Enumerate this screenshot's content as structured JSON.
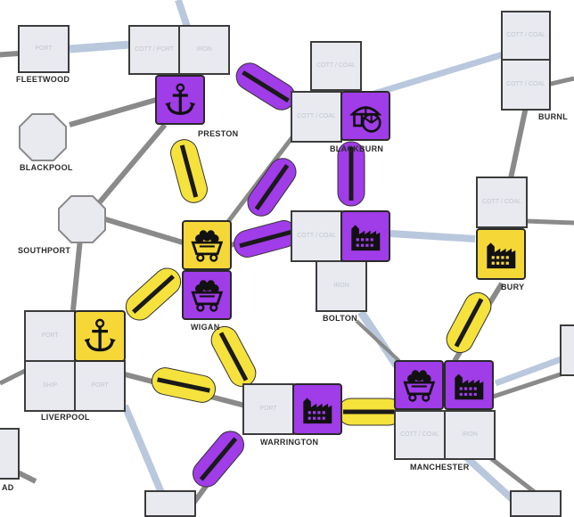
{
  "colors": {
    "board_bg": "#ffffff",
    "road": "#8a8a8a",
    "canal": "#b9c8dc",
    "canal_link_purple": "#a03ce8",
    "rail_link_yellow": "#f5e23c",
    "link_stripe": "#1a1a1a",
    "slot_fill": "#e8eaf0",
    "slot_text": "#c3c6cf",
    "tile_purple": "#a03ce8",
    "tile_yellow": "#f5d838"
  },
  "towns": {
    "fleetwood": "FLEETWOOD",
    "blackpool": "BLACKPOOL",
    "preston": "PRESTON",
    "blackburn": "BLACKBURN",
    "burnley": "BURNL",
    "southport": "SOUTHPORT",
    "wigan": "WIGAN",
    "bolton": "BOLTON",
    "bury": "BURY",
    "liverpool": "LIVERPOOL",
    "warrington": "WARRINGTON",
    "manchester": "MANCHESTER",
    "birkenhead": "AD"
  },
  "slots": {
    "fleetwood_port": "PORT",
    "preston_cott_port": "COTT / PORT",
    "preston_iron": "IRON",
    "blackburn_cott_coal_top": "COTT / COAL",
    "blackburn_cott_coal": "COTT / COAL",
    "burnley_cott_coal_1": "COTT / COAL",
    "burnley_cott_coal_2": "COTT / COAL",
    "bolton_cott_coal": "COTT / COAL",
    "bolton_iron": "IRON",
    "bury_cott_coal": "COTT / COAL",
    "liverpool_port": "PORT",
    "liverpool_ship": "SHIP",
    "liverpool_port_2": "PORT",
    "warrington_port": "PORT",
    "manchester_cott_coal": "COTT / COAL",
    "manchester_iron": "IRON"
  },
  "tiles": {
    "preston": "anchor-icon",
    "liverpool": "anchor-icon",
    "blackburn": "pottery-icon",
    "wigan_top": "coal-mine-icon",
    "wigan_bottom": "coal-mine-icon",
    "bolton": "factory-icon",
    "bury": "factory-icon",
    "warrington": "factory-icon",
    "manchester_left": "coal-mine-icon",
    "manchester_right": "factory-icon"
  }
}
